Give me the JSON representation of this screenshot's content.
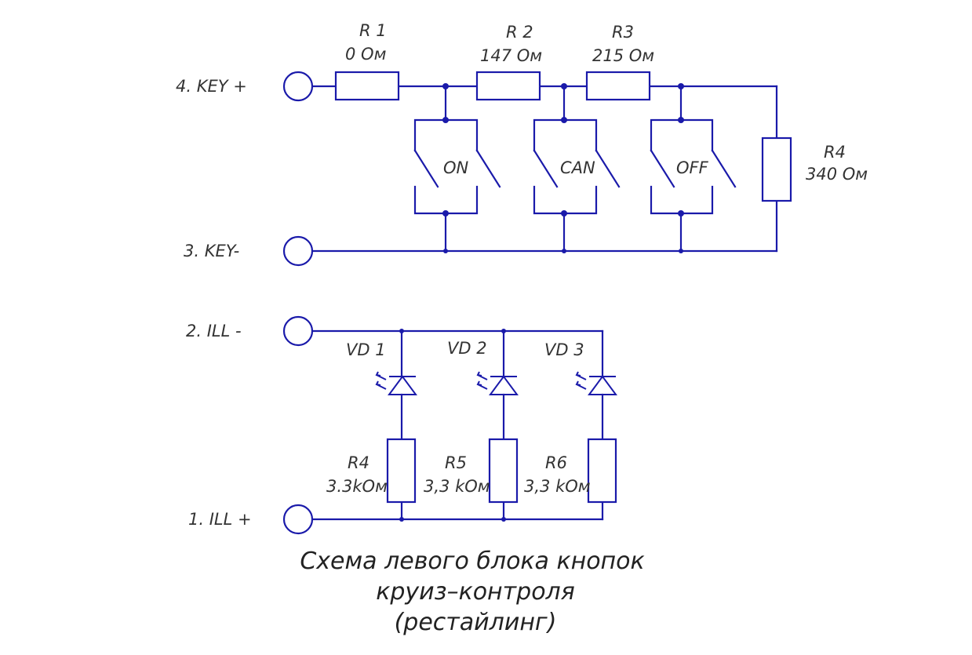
{
  "pins": {
    "key_plus": "4.  KEY +",
    "key_minus": "3.  KEY-",
    "ill_minus": "2.  ILL  -",
    "ill_plus": "1.  ILL  +"
  },
  "resistors": {
    "r1": {
      "name": "R 1",
      "value": "0 Ом"
    },
    "r2": {
      "name": "R 2",
      "value": "147 Ом"
    },
    "r3": {
      "name": "R3",
      "value": "215 Ом"
    },
    "r4_top": {
      "name": "R4",
      "value": "340 Ом"
    },
    "r4": {
      "name": "R4",
      "value": "3.3kОм"
    },
    "r5": {
      "name": "R5",
      "value": "3,3 kОм"
    },
    "r6": {
      "name": "R6",
      "value": "3,3 kОм"
    }
  },
  "switches": {
    "on": "ON",
    "can": "CAN",
    "off": "OFF"
  },
  "leds": {
    "vd1": "VD 1",
    "vd2": "VD 2",
    "vd3": "VD 3"
  },
  "title": {
    "line1": "Схема левого блока кнопок",
    "line2": "круиз–контроля",
    "line3": "(рестайлинг)"
  },
  "colors": {
    "wire": "#1a1aaa",
    "text": "#333333"
  }
}
